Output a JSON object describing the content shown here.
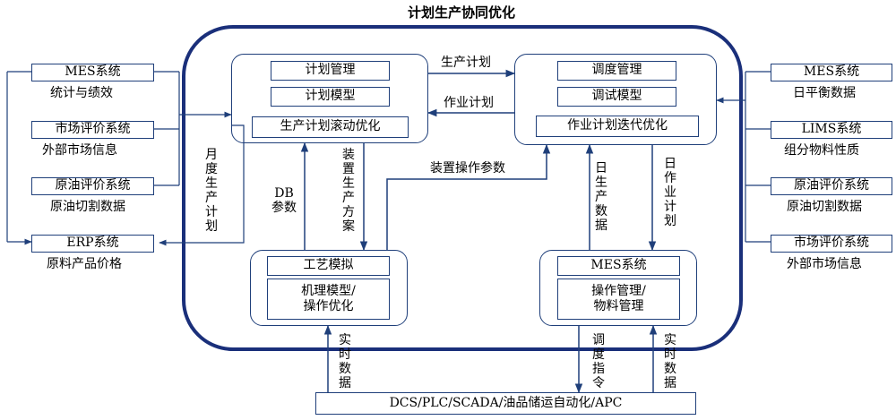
{
  "title": "计划生产协同优化",
  "left_boxes": [
    {
      "box": "MES系统",
      "caption": "统计与绩效"
    },
    {
      "box": "市场评价系统",
      "caption": "外部市场信息"
    },
    {
      "box": "原油评价系统",
      "caption": "原油切割数据"
    },
    {
      "box": "ERP系统",
      "caption": "原料产品价格"
    }
  ],
  "right_boxes": [
    {
      "box": "MES系统",
      "caption": "日平衡数据"
    },
    {
      "box": "LIMS系统",
      "caption": "组分物料性质"
    },
    {
      "box": "原油评价系统",
      "caption": "原油切割数据"
    },
    {
      "box": "市场评价系统",
      "caption": "外部市场信息"
    }
  ],
  "planning": {
    "item1": "计划管理",
    "item2": "计划模型",
    "item3": "生产计划滚动优化"
  },
  "scheduling": {
    "item1": "调度管理",
    "item2": "调试模型",
    "item3": "作业计划迭代优化"
  },
  "process_sim": {
    "item1": "工艺模拟",
    "item2": "机理模型/\n操作优化"
  },
  "mes_inner": {
    "item1": "MES系统",
    "item2": "操作管理/\n物料管理"
  },
  "bottom_bar": "DCS/PLC/SCADA/油品储运自动化/APC",
  "flows": {
    "production_plan": "生产计划",
    "operation_plan": "作业计划",
    "monthly_plan": "月度生产计划",
    "db_params": "DB\n参数",
    "device_scheme": "装置生产方案",
    "device_params": "装置操作参数",
    "daily_prod": "日生产数据",
    "daily_plan": "日作业计划",
    "realtime_left": "实时数据",
    "dispatch": "调度指令",
    "realtime_right": "实时数据"
  }
}
